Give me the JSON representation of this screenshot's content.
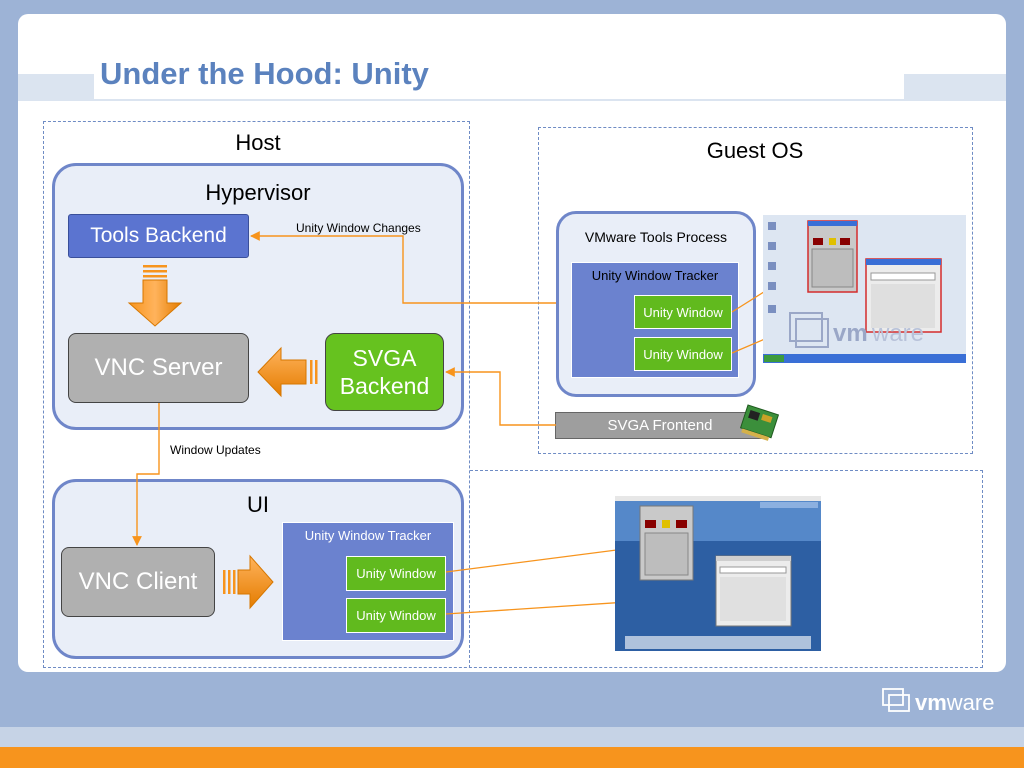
{
  "slide": {
    "title": "Under the Hood: Unity"
  },
  "host": {
    "label": "Host",
    "hypervisor": {
      "label": "Hypervisor",
      "tools_backend": "Tools Backend",
      "vnc_server": "VNC Server",
      "svga_backend": "SVGA Backend"
    }
  },
  "guest": {
    "label": "Guest OS",
    "tools_process": {
      "label": "VMware Tools Process",
      "tracker": {
        "label": "Unity Window Tracker",
        "windows": [
          "Unity Window",
          "Unity Window"
        ]
      }
    },
    "svga_frontend": "SVGA Frontend"
  },
  "ui": {
    "label": "UI",
    "vnc_client": "VNC Client",
    "tracker": {
      "label": "Unity Window Tracker",
      "windows": [
        "Unity Window",
        "Unity Window"
      ]
    }
  },
  "edges": {
    "unity_window_changes": "Unity Window Changes",
    "window_updates": "Window Updates"
  },
  "logo_text": "vmware",
  "colors": {
    "title": "#5b82be",
    "accent_orange": "#f7941d",
    "tracker_blue": "#6b82cf",
    "unity_green": "#61ba1e",
    "tools_blue": "#5b74d0",
    "vnc_gray": "#b0b0b0",
    "svga_green": "#66c21f"
  }
}
